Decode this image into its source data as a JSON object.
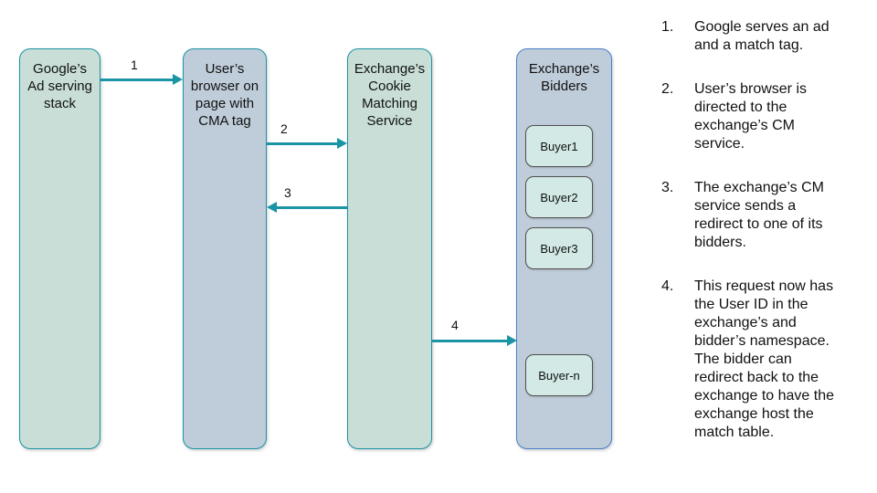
{
  "diagram": {
    "nodes": {
      "google": {
        "label": "Google’s\nAd serving\nstack"
      },
      "browser": {
        "label": "User’s\nbrowser on\npage with\nCMA tag"
      },
      "cm": {
        "label": "Exchange’s\nCookie\nMatching\nService"
      },
      "bidders": {
        "label": "Exchange’s\nBidders",
        "buyers": [
          "Buyer1",
          "Buyer2",
          "Buyer3",
          "Buyer-n"
        ]
      }
    },
    "arrows": [
      {
        "label": "1",
        "direction": "right",
        "from": "google",
        "to": "browser"
      },
      {
        "label": "2",
        "direction": "right",
        "from": "browser",
        "to": "cm"
      },
      {
        "label": "3",
        "direction": "left",
        "from": "cm",
        "to": "browser"
      },
      {
        "label": "4",
        "direction": "right",
        "from": "cm",
        "to": "bidders"
      }
    ],
    "colors": {
      "green_node_fill": "#c8ded7",
      "blue_node_fill": "#bfcdda",
      "teal_border_and_arrows": "#1b94a5",
      "bidders_border": "#4a7fc9",
      "buyer_fill": "#d2e9e5",
      "buyer_border": "#4f4f4f",
      "text": "#111111"
    }
  },
  "steps": [
    {
      "num": "1.",
      "text": "Google serves an ad and a match tag."
    },
    {
      "num": "2.",
      "text": "User’s browser is directed to the exchange’s CM service."
    },
    {
      "num": "3.",
      "text": "The exchange’s CM service sends a redirect to one of its bidders."
    },
    {
      "num": "4.",
      "text": "This request now has the User ID in the exchange’s and bidder’s namespace. The bidder can redirect back to the exchange to have the exchange host the match table."
    }
  ]
}
